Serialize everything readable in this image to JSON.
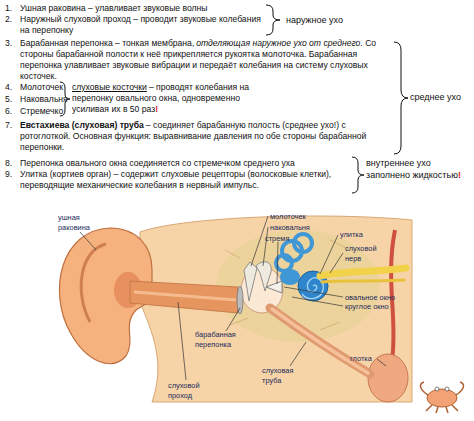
{
  "diagram": {
    "labels": [
      "1.",
      "Ушная раковина – улавливает звуковые волны",
      "2.",
      "Наружный слуховой проход – проводит звуковые колебания на перепонку",
      "наружное ухо",
      "3.",
      "Барабанная перепонка – тонкая мембрана,",
      "отделяющая наружное ухо от среднего",
      ". Со стороны барабанной полости к неё прикрепляется рукоятка молоточка. Барабанная перепонка улавливает звуковые вибрации и передаёт колебания на систему слуховых косточек.",
      "4.",
      "Молоточек",
      "5.",
      "Наковальня",
      "6.",
      "Стремечко",
      "слуховые косточки",
      "– проводят колебания на перепонку овального окна, одновременно усиливая их в 50 раз",
      "!",
      "7.",
      "Евстахиева (слуховая) труба",
      "– соединяет барабанную полость (среднее ухо!) с ротоглоткой. Основная функция: выравнивание давления по обе стороны барабанной перепонки.",
      "среднее ухо",
      "8.",
      "Перепонка овального окна соединяется со стремечком среднего уха",
      "9.",
      "Улитка (кортиев орган) – содержит слуховые рецепторы (волосковые клетки), переводящие механические колебания в нервный импульс.",
      "внутреннее ухо",
      "заполнено жидкостью",
      "!",
      "ушная раковина",
      "молоточек",
      "наковальня",
      "стремя",
      "улитка",
      "слуховой нерв",
      "овальное окно",
      "круглое окно",
      "барабанная перепонка",
      "глотка",
      "слуховая труба",
      "слуховой проход"
    ]
  }
}
